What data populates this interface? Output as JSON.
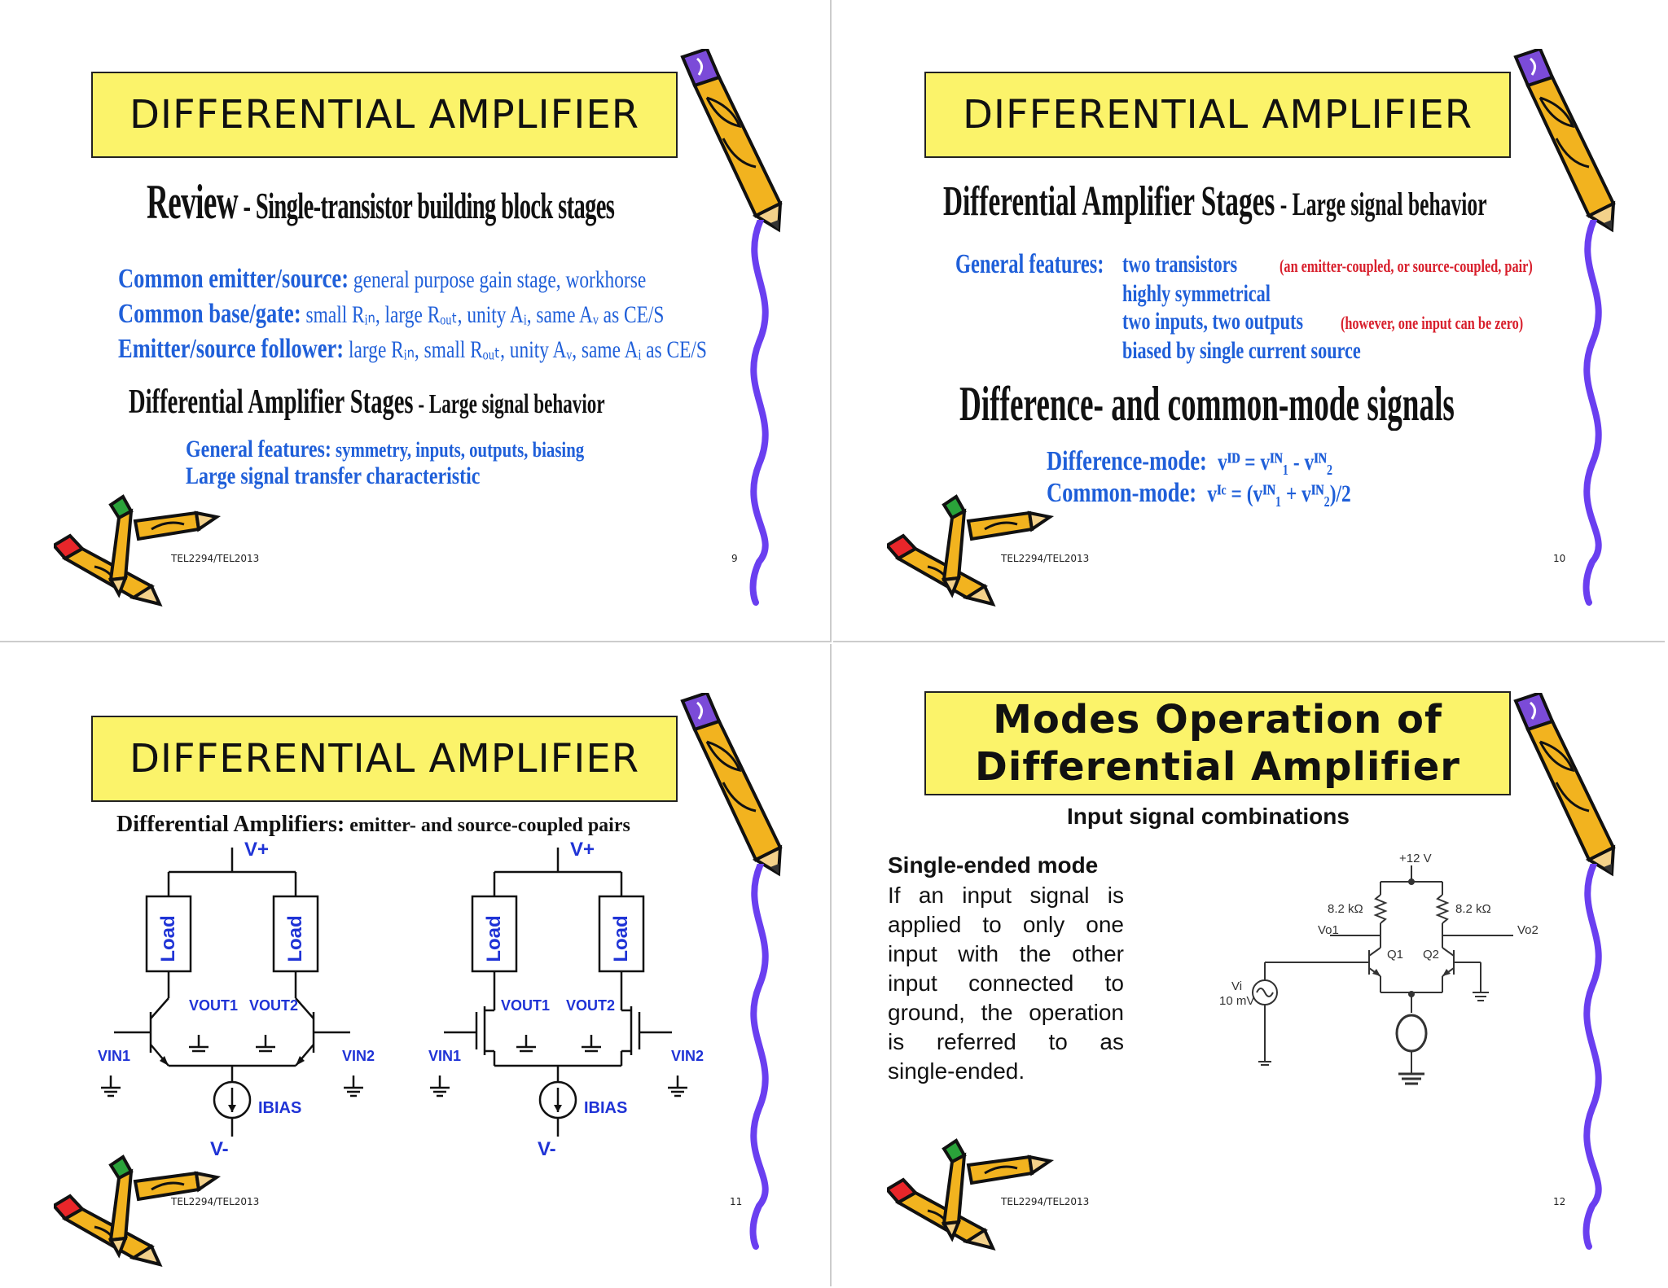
{
  "slides": [
    {
      "title": "DIFFERENTIAL AMPLIFIER",
      "heading_main": "Review",
      "heading_sub": " - Single-transistor building block stages",
      "lines": [
        {
          "label": "Common emitter/source:",
          "text": " general purpose gain stage, workhorse"
        },
        {
          "label": "Common base/gate:",
          "text": "  small Rᵢₙ, large Rₒᵤₜ, unity Aᵢ, same Aᵥ as CE/S"
        },
        {
          "label": "Emitter/source follower:",
          "text": "  large Rᵢₙ, small Rₒᵤₜ, unity Aᵥ, same Aᵢ as CE/S"
        }
      ],
      "section_main": "Differential Amplifier Stages",
      "section_sub": " - Large signal behavior",
      "sub_lines": [
        {
          "label": "General features:",
          "text": "  symmetry, inputs, outputs, biasing"
        },
        {
          "label": "Large signal transfer characteristic",
          "text": ""
        }
      ],
      "footer_left": "TEL2294/TEL2013",
      "page": "9"
    },
    {
      "title": "DIFFERENTIAL AMPLIFIER",
      "heading_main": "Differential Amplifier Stages",
      "heading_sub": " - Large signal behavior",
      "features_label": "General features:",
      "features": [
        {
          "text": "two transistors",
          "note": "(an emitter-coupled, or source-coupled, pair)"
        },
        {
          "text": "highly symmetrical",
          "note": ""
        },
        {
          "text": "two inputs, two outputs",
          "note": "(however, one input can be zero)"
        },
        {
          "text": "biased by single current source",
          "note": ""
        }
      ],
      "section": "Difference- and common-mode signals",
      "modes": [
        {
          "label": "Difference-mode:",
          "eq": "vᴵᴰ = vᴵᴺ₁ - vᴵᴺ₂"
        },
        {
          "label": "Common-mode:",
          "eq": "vᴵᶜ = (vᴵᴺ₁ + vᴵᴺ₂)/2"
        }
      ],
      "footer_left": "TEL2294/TEL2013",
      "page": "10"
    },
    {
      "title": "DIFFERENTIAL AMPLIFIER",
      "heading_main": "Differential Amplifiers:",
      "heading_sub": " emitter- and source-coupled pairs",
      "circuit_labels": {
        "vplus": "V+",
        "vminus": "V-",
        "load": "Load",
        "vout1": "VOUT1",
        "vout2": "VOUT2",
        "vin1": "VIN1",
        "vin2": "VIN2",
        "ibias": "IBIAS",
        "plus": "+",
        "minus": "-"
      },
      "footer_left": "TEL2294/TEL2013",
      "page": "11"
    },
    {
      "title_line1": "Modes Operation of",
      "title_line2": "Differential Amplifier",
      "subtitle": "Input signal combinations",
      "mode_heading": "Single-ended mode",
      "mode_text": [
        " If an input signal is",
        "applied to only one",
        "input with the other",
        "input connected to",
        "ground, the operation",
        "is referred to as",
        "single-ended."
      ],
      "circuit_labels": {
        "supply": "+12 V",
        "r1": "8.2 kΩ",
        "r2": "8.2 kΩ",
        "vo1": "Vo1",
        "vo2": "Vo2",
        "q1": "Q1",
        "q2": "Q2",
        "vi": "Vi",
        "vi_val": "10 mV"
      },
      "footer_left": "TEL2294/TEL2013",
      "page": "12"
    }
  ]
}
